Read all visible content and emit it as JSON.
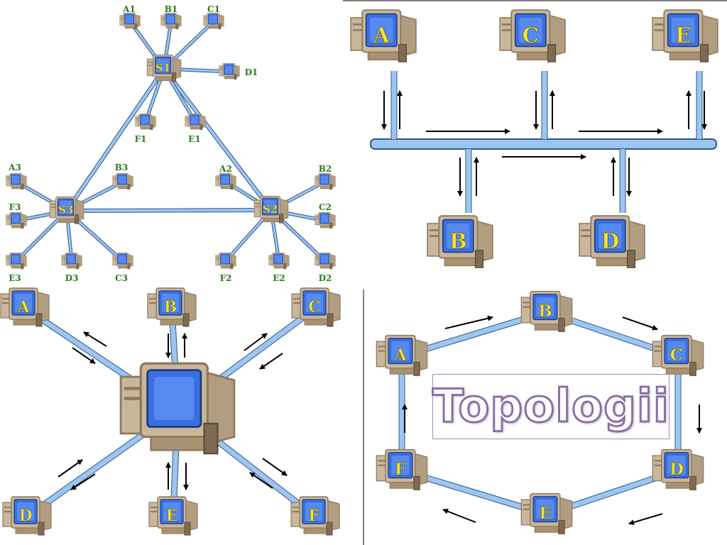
{
  "colors": {
    "screen": "#3b6fe0",
    "screenInner": "#6aa0ff",
    "casing": "#c9b79c",
    "casingDark": "#8f7a5e",
    "cable": "#9ec4f0",
    "cableEdge": "#2d5a8a",
    "nodeLabel": "#2a7a1c",
    "letter": "#f4e23a"
  },
  "labels": {
    "switches": [
      "S1",
      "S2",
      "S3"
    ],
    "s1_clients": [
      "A1",
      "B1",
      "C1",
      "D1",
      "F1",
      "E1"
    ],
    "s2_clients": [
      "A2",
      "B2",
      "C2",
      "D2",
      "E2",
      "F2"
    ],
    "s3_clients": [
      "A3",
      "B3",
      "F3",
      "E3",
      "D3",
      "C3"
    ],
    "bus_nodes": [
      "A",
      "C",
      "E",
      "B",
      "D"
    ],
    "star_nodes": [
      "A",
      "B",
      "C",
      "D",
      "E",
      "F"
    ],
    "ring_nodes": [
      "B",
      "A",
      "C",
      "F",
      "D",
      "E"
    ]
  },
  "title": "Topologii"
}
